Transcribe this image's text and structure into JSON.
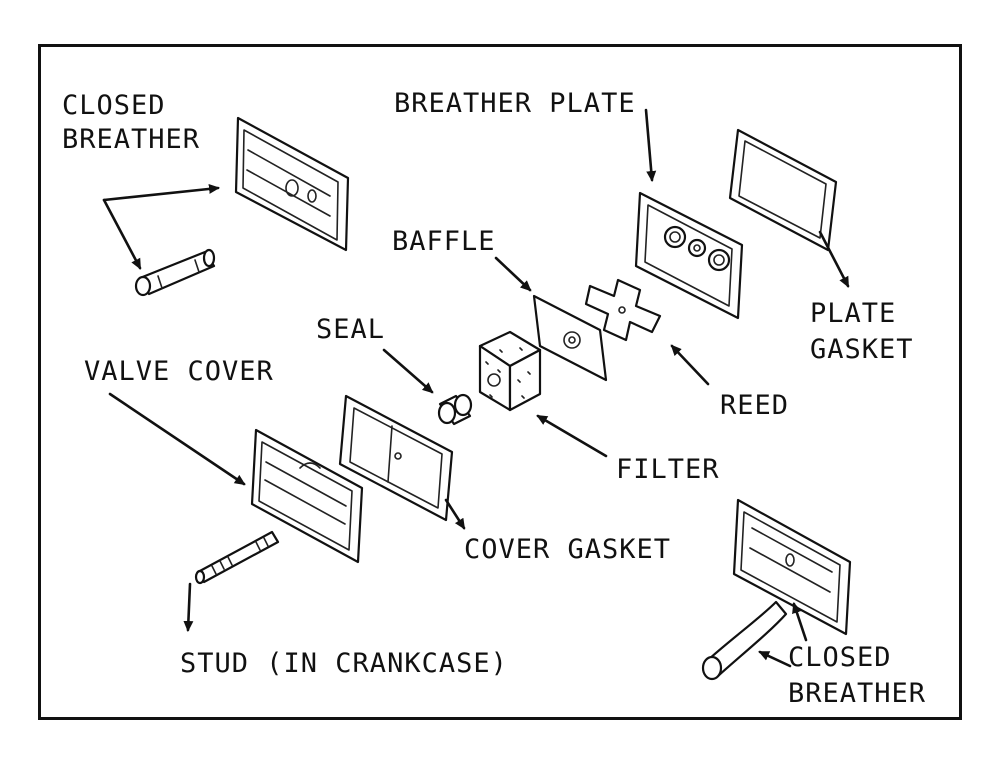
{
  "diagram": {
    "labels": {
      "closed_breather_top_1": "CLOSED",
      "closed_breather_top_2": "BREATHER",
      "breather_plate": "BREATHER PLATE",
      "baffle": "BAFFLE",
      "plate_gasket_1": "PLATE",
      "plate_gasket_2": "GASKET",
      "seal": "SEAL",
      "valve_cover": "VALVE COVER",
      "reed": "REED",
      "filter": "FILTER",
      "cover_gasket": "COVER GASKET",
      "stud": "STUD (IN CRANKCASE)",
      "closed_breather_bottom_1": "CLOSED",
      "closed_breather_bottom_2": "BREATHER"
    }
  }
}
